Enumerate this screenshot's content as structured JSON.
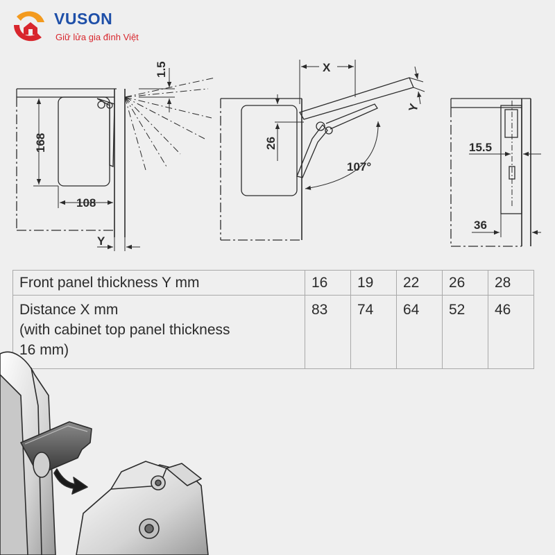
{
  "logo": {
    "brand": "VUSON",
    "tagline": "Giữ lửa gia đình Việt"
  },
  "dimensions": {
    "d_1_5": "1.5",
    "d_168": "168",
    "d_108": "108",
    "d_y_left": "Y",
    "d_x": "X",
    "d_26": "26",
    "d_107": "107°",
    "d_y_mid": "Y",
    "d_15_5": "15.5",
    "d_36": "36"
  },
  "table": {
    "row1": {
      "label": "Front panel thickness Y mm",
      "values": [
        "16",
        "19",
        "22",
        "26",
        "28"
      ]
    },
    "row2": {
      "label_line1": "Distance X mm",
      "label_line2": "(with cabinet top panel thickness",
      "label_line3": "16 mm)",
      "values": [
        "83",
        "74",
        "64",
        "52",
        "46"
      ]
    }
  },
  "colors": {
    "background": "#efefef",
    "line": "#2b2b2b",
    "brand_blue": "#1e4fa8",
    "brand_red": "#d8262d",
    "brand_orange": "#f39a1e"
  }
}
